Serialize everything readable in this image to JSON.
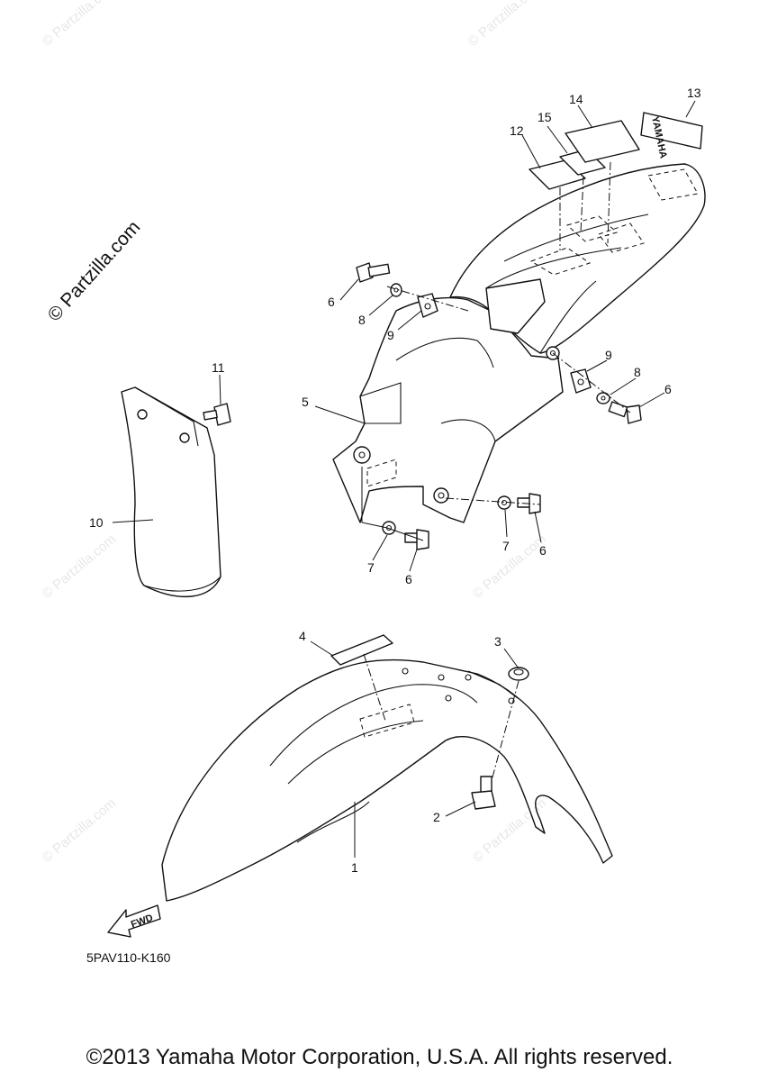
{
  "watermark": {
    "site_text": "© Partzilla.com",
    "small_text": "© Partzilla.com"
  },
  "callouts": {
    "c1": "1",
    "c2": "2",
    "c3": "3",
    "c4": "4",
    "c5": "5",
    "c6a": "6",
    "c6b": "6",
    "c6c": "6",
    "c6d": "6",
    "c7a": "7",
    "c7b": "7",
    "c8a": "8",
    "c8b": "8",
    "c9a": "9",
    "c9b": "9",
    "c10": "10",
    "c11": "11",
    "c12": "12",
    "c13": "13",
    "c14": "14",
    "c15": "15"
  },
  "decal_text": "YAMAHA",
  "fwd_label": "FWD",
  "diagram_code": "5PAV110-K160",
  "copyright": "©2013 Yamaha Motor Corporation, U.S.A. All rights reserved."
}
